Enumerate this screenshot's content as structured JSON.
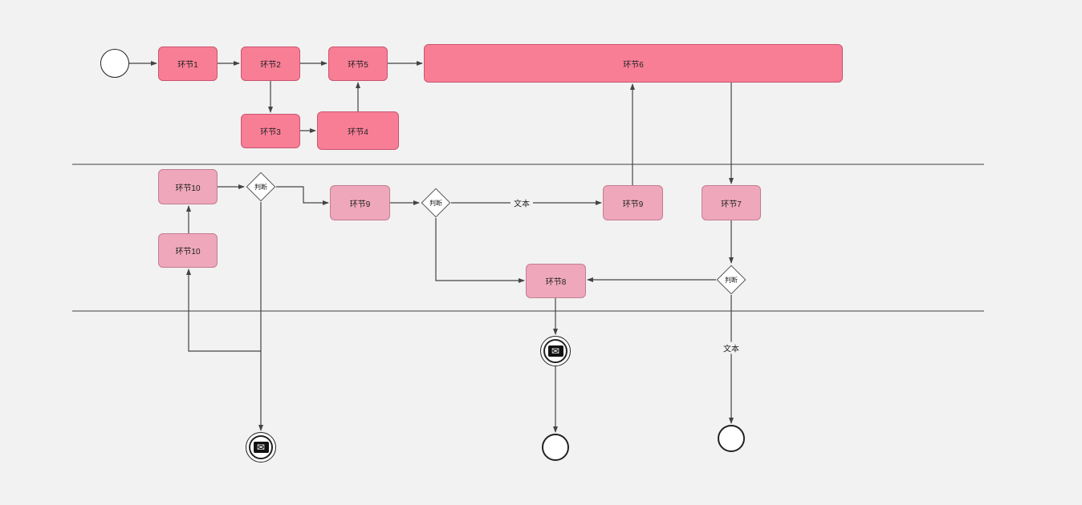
{
  "nodes": {
    "task1": {
      "label": "环节1"
    },
    "task2": {
      "label": "环节2"
    },
    "task3": {
      "label": "环节3"
    },
    "task4": {
      "label": "环节4"
    },
    "task5": {
      "label": "环节5"
    },
    "task6": {
      "label": "环节6"
    },
    "task7": {
      "label": "环节7"
    },
    "task8": {
      "label": "环节8"
    },
    "task9a": {
      "label": "环节9"
    },
    "task9b": {
      "label": "环节9"
    },
    "task10a": {
      "label": "环节10"
    },
    "task10b": {
      "label": "环节10"
    },
    "gateway1": {
      "label": "判断"
    },
    "gateway2": {
      "label": "判断"
    },
    "gateway3": {
      "label": "判断"
    }
  },
  "edge_labels": {
    "text1": "文本",
    "text2": "文本"
  },
  "icons": {
    "message": "✉"
  },
  "colors": {
    "task_strong": "#f87e96",
    "task_strong_border": "#c9556f",
    "task_light": "#eea7bb",
    "task_light_border": "#c27d92",
    "lane_line": "#999999",
    "background": "#f2f2f2",
    "connector": "#444444",
    "event_border": "#222222",
    "gateway_fill": "#ffffff",
    "gateway_border": "#555555",
    "icon_bg": "#111111",
    "icon_fg": "#ffffff"
  }
}
